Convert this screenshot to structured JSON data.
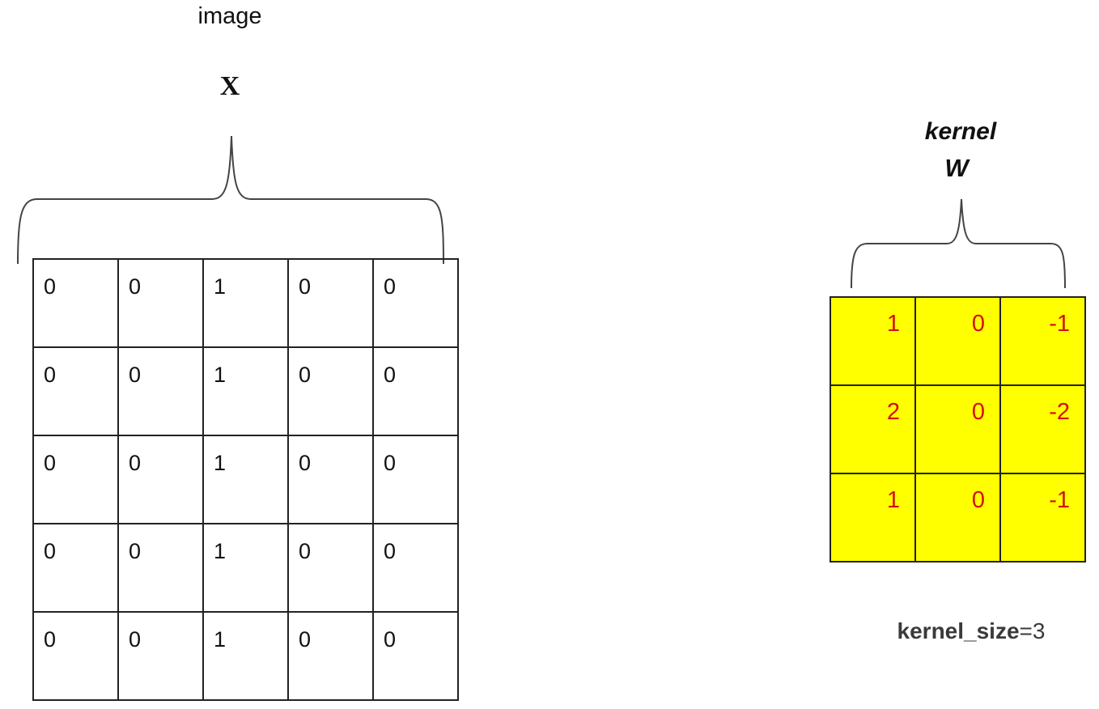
{
  "image_label": "image",
  "x_label": "X",
  "kernel_label": "kernel",
  "w_label": "W",
  "image_matrix": [
    [
      "0",
      "0",
      "1",
      "0",
      "0"
    ],
    [
      "0",
      "0",
      "1",
      "0",
      "0"
    ],
    [
      "0",
      "0",
      "1",
      "0",
      "0"
    ],
    [
      "0",
      "0",
      "1",
      "0",
      "0"
    ],
    [
      "0",
      "0",
      "1",
      "0",
      "0"
    ]
  ],
  "kernel_matrix": [
    [
      "1",
      "0",
      "-1"
    ],
    [
      "2",
      "0",
      "-2"
    ],
    [
      "1",
      "0",
      "-1"
    ]
  ],
  "kernel_size_key": "kernel_size",
  "kernel_size_sep": "=",
  "kernel_size_value": "3",
  "colors": {
    "kernel_fill": "#ffff00",
    "kernel_text": "#d41010",
    "grid_line": "#222222"
  }
}
